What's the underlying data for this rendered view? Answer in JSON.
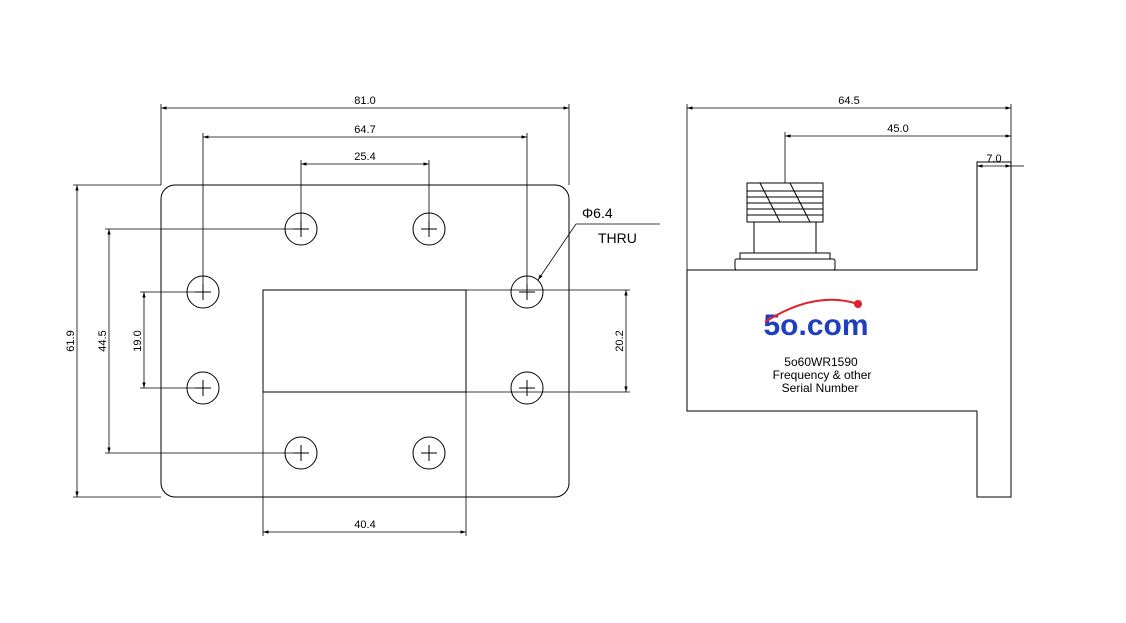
{
  "front_view": {
    "dims": {
      "width_total": "81.0",
      "width_outer_holes": "64.7",
      "width_inner_holes": "25.4",
      "height_total": "61.9",
      "height_outer_holes": "44.5",
      "height_inner_holes": "19.0",
      "opening_height": "20.2",
      "opening_width": "40.4"
    },
    "hole_callout": {
      "diameter": "Φ6.4",
      "note": "THRU"
    }
  },
  "side_view": {
    "dims": {
      "length_total": "64.5",
      "connector_offset": "45.0",
      "flange_thickness": "7.0"
    },
    "label": {
      "logo": "5o.com",
      "model": "5o60WR1590",
      "line2": "Frequency & other",
      "line3": "Serial Number"
    },
    "colors": {
      "logo_blue": "#1f3fbf",
      "logo_dot": "#e0202a"
    }
  }
}
